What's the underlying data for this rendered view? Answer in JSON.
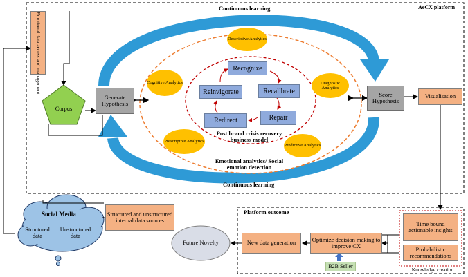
{
  "platform": {
    "title": "AeCX platform",
    "continuous_learning_top": "Continuous learning",
    "continuous_learning_bottom": "Continuous learning"
  },
  "left": {
    "emotional_data": "Emotional data access and management",
    "corpus": "Corpus",
    "generate_hypothesis": "Generate Hypothesis"
  },
  "analytics": {
    "descriptive": "Descriptive Analytics",
    "cognitive": "Cognitive Analytics",
    "diagnostic": "Diagnostic Analytics",
    "prescriptive": "Prescriptive Analytics",
    "predictive": "Predictive Analytics"
  },
  "model": {
    "recognize": "Recognize",
    "recalibrate": "Recalibrate",
    "repair": "Repair",
    "redirect": "Redirect",
    "reinvigorate": "Reinvigorate",
    "caption": "Post brand crisis recovery business model",
    "emotional_caption": "Emotional analytics/ Social emotion detection"
  },
  "right": {
    "score_hypothesis": "Score Hypothesis",
    "visualisation": "Visualisation"
  },
  "sources": {
    "social_media": "Social Media",
    "structured": "Structured data",
    "unstructured": "Unstructured data",
    "internal": "Structured and unstructured internal data sources"
  },
  "outcome": {
    "title": "Platform outcome",
    "time_bound": "Time bound actionable insights",
    "probabilistic": "Probabilistic recommendations",
    "knowledge": "Knowledge creation",
    "optimize": "Optimize decision making to improve CX",
    "new_data": "New data generation",
    "future": "Future Novelty",
    "b2b": "B2B Seller"
  },
  "colors": {
    "orange_box": "#f4b183",
    "blue_box": "#8faadc",
    "gray_box": "#a5a5a5",
    "analytics_ellipse": "#ffc000",
    "corpus": "#92d050",
    "cycle_arrow": "#2e9ad6",
    "social_cloud": "#9dc3e6",
    "b2b": "#c5e0b4",
    "crisis_ring": "#c00000",
    "analytics_ring": "#ed7d31"
  }
}
